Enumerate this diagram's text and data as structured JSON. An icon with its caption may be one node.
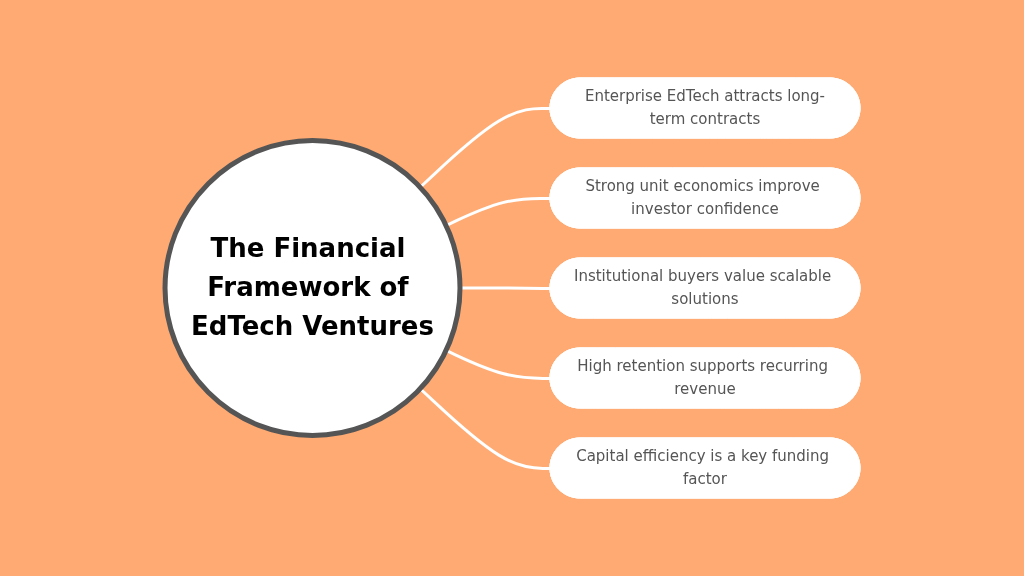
{
  "diagram": {
    "nodes": [
      {
        "text": [
          "The Financial Framework of EdTech Ventures"
        ]
      },
      {
        "text": [
          "Enterprise EdTech attracts long-term contracts"
        ]
      },
      {
        "text": [
          "Strong unit economics improve investor confidence"
        ]
      },
      {
        "text": [
          "Institutional buyers value scalable solutions"
        ]
      },
      {
        "text": [
          "High retention supports recurring revenue"
        ]
      },
      {
        "text": [
          "Capital efficiency is a key funding factor"
        ]
      }
    ],
    "edges": [
      {
        "from": 0,
        "to": 1,
        "arrow": "none"
      },
      {
        "from": 0,
        "to": 2,
        "arrow": "none"
      },
      {
        "from": 0,
        "to": 3,
        "arrow": "none"
      },
      {
        "from": 0,
        "to": 4,
        "arrow": "none"
      },
      {
        "from": 0,
        "to": 5,
        "arrow": "none"
      }
    ]
  }
}
